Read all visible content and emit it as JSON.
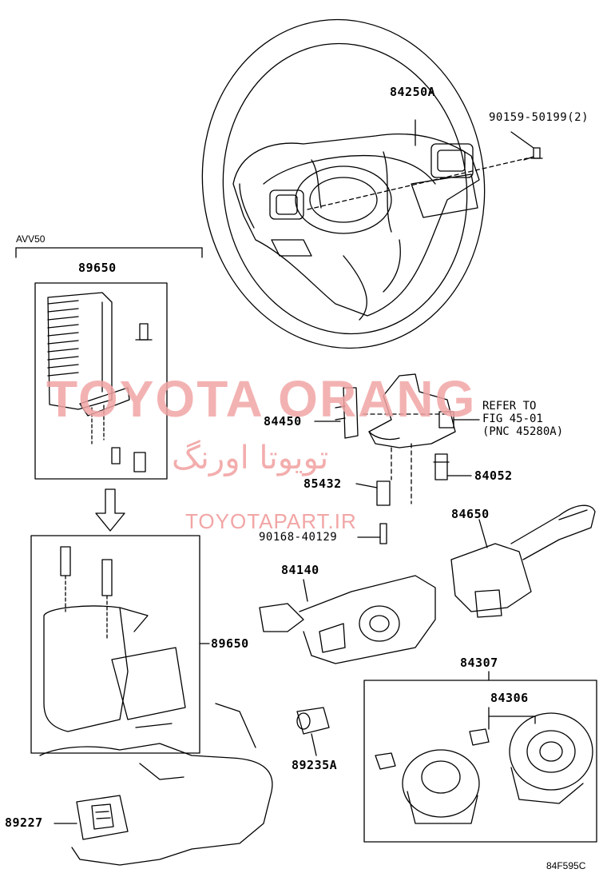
{
  "parts": {
    "p84250A": "84250A",
    "p90159": "90159-50199(2)",
    "p89650_top": "89650",
    "p84450": "84450",
    "p85432": "85432",
    "p84052": "84052",
    "p90168": "90168-40129",
    "p84650": "84650",
    "p84140": "84140",
    "p89650_side": "89650",
    "p84307": "84307",
    "p84306": "84306",
    "p89235A": "89235A",
    "p89227": "89227"
  },
  "group_label": "AVV50",
  "refer_note": "REFER TO\nFIG 45-01\n(PNC 45280A)",
  "figure_code": "84F595C",
  "watermark": {
    "brand": "TOYOTA ORANG",
    "persian": "تویوتا اورنگ",
    "url": "TOYOTAPART.IR"
  }
}
